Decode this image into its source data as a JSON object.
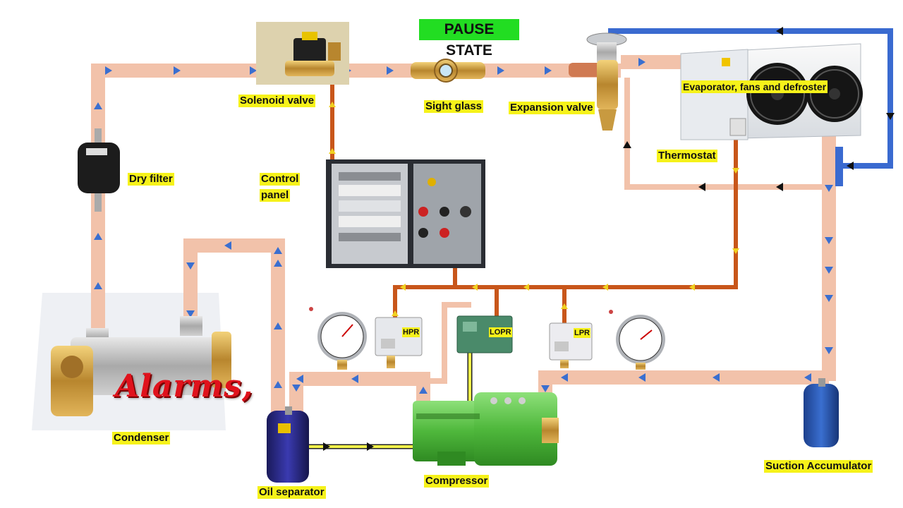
{
  "state_banner": "PAUSE STATE",
  "alarm_text": "Alarms,",
  "labels": {
    "solenoid_valve": "Solenoid valve",
    "sight_glass": "Sight glass",
    "expansion_valve": "Expansion valve",
    "evaporator": "Evaporator, fans and defroster",
    "thermostat": "Thermostat",
    "dry_filter": "Dry filter",
    "control_panel_line1": "Control",
    "control_panel_line2": "panel",
    "hpr": "HPR",
    "lopr": "LOPR",
    "lpr": "LPR",
    "condenser": "Condenser",
    "oil_separator": "Oil separator",
    "compressor": "Compressor",
    "suction_accumulator": "Suction Accumulator"
  },
  "colors": {
    "refrigerant_pipe": "#f2c2aa",
    "flow_arrow": "#3a6fd0",
    "control_wire": "#c8561a",
    "wire_arrow": "#f0d020",
    "oil_line": "#f2f24a",
    "return_line": "#3a6ad0",
    "label_bg": "#f6f21a",
    "state_bg": "#22dd22",
    "alarm_red": "#e0121c"
  }
}
